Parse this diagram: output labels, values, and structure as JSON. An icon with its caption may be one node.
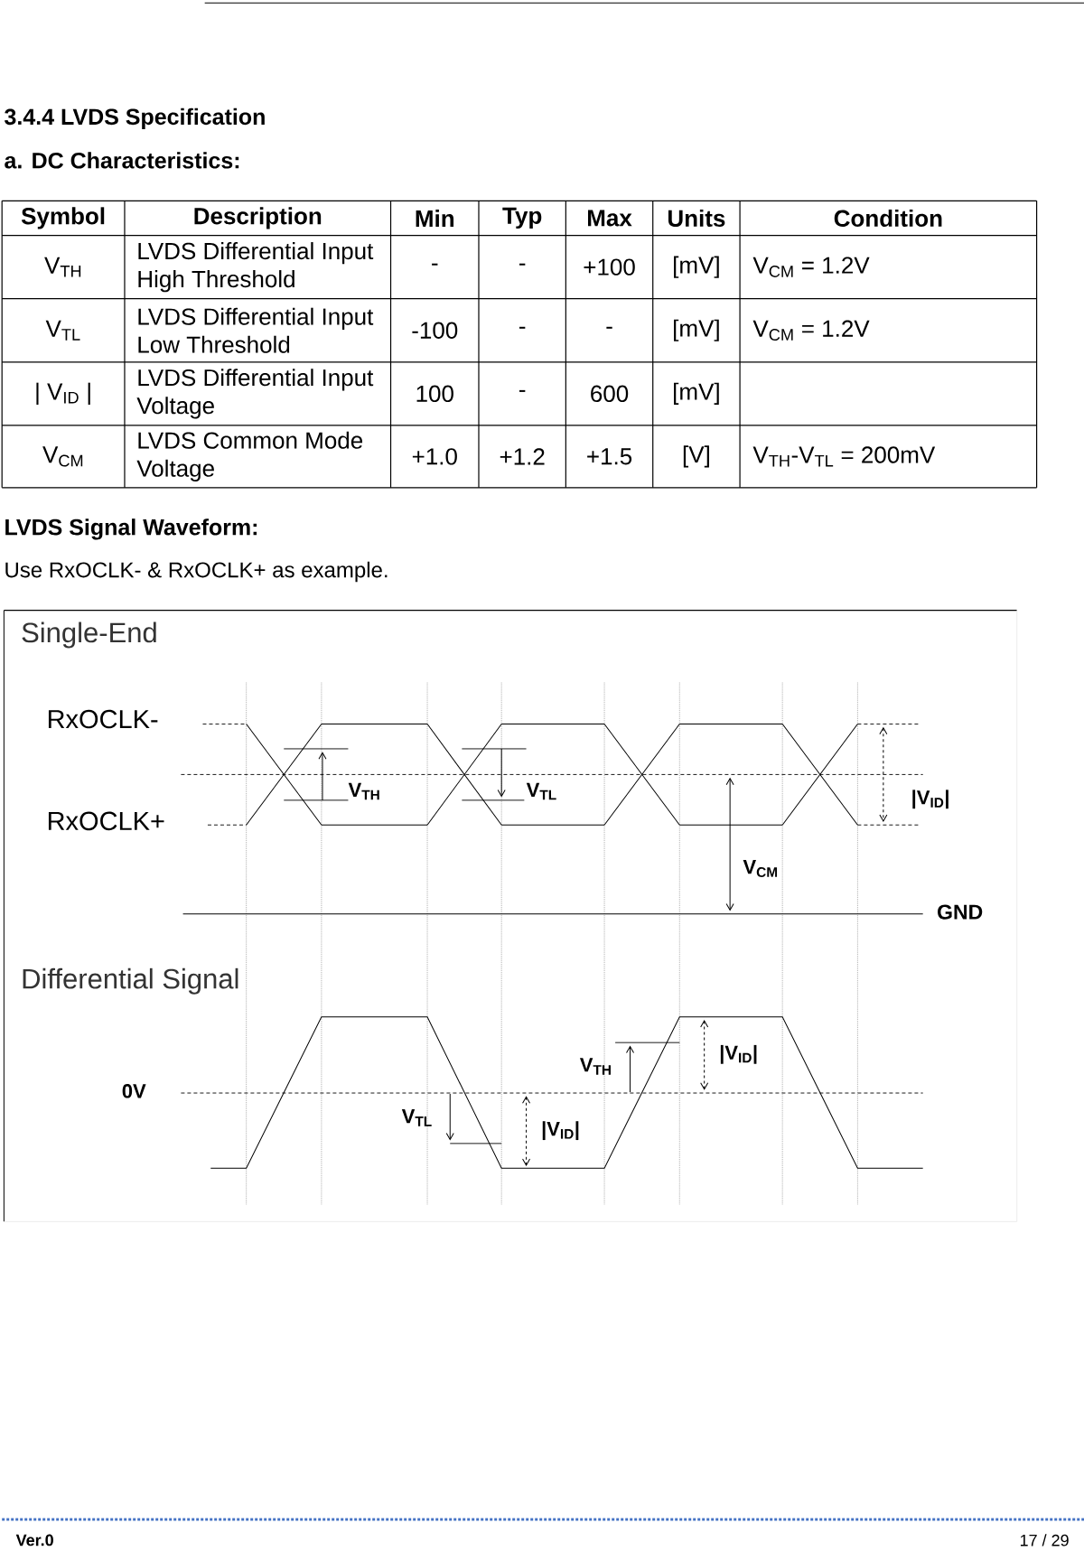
{
  "diagram": {
    "title": "3.4.4 LVDS Specification",
    "labels": [
      "a. DC Characteristics:",
      "Symbol",
      "Description",
      "Min",
      "Typ",
      "Max",
      "Units",
      "Condition",
      "V$_{TH}$",
      "LVDS Differential Input High Threshold",
      "-",
      "-",
      "+100",
      "[mV]",
      "V$_{CM}$ = 1.2V",
      "V$_{TL}$",
      "LVDS Differential Input Low Threshold",
      "-100",
      "-",
      "-",
      "[mV]",
      "V$_{CM}$ = 1.2V",
      "| V$_{ID}$ |",
      "LVDS Differential Input Voltage",
      "100",
      "-",
      "600",
      "[mV]",
      "V$_{CM}$",
      "LVDS Common Mode Voltage",
      "+1.0",
      "+1.2",
      "+1.5",
      "[V]",
      "V$_{TH}$-V$_{TL}$ = 200mV",
      "LVDS Signal Waveform:",
      "Use RxOCLK- & RxOCLK+ as example.",
      "Single-End",
      "RxOCLK-",
      "RxOCLK+",
      "V$_{TH}$",
      "V$_{TL}$",
      "|V$_{ID}$|",
      "V$_{CM}$",
      "GND",
      "Differential Signal",
      "0V",
      "V$_{TL}$",
      "|V$_{ID}$|",
      "V$_{TH}$",
      "|V$_{ID}$|",
      "Ver.0",
      "17 / 29"
    ]
  }
}
